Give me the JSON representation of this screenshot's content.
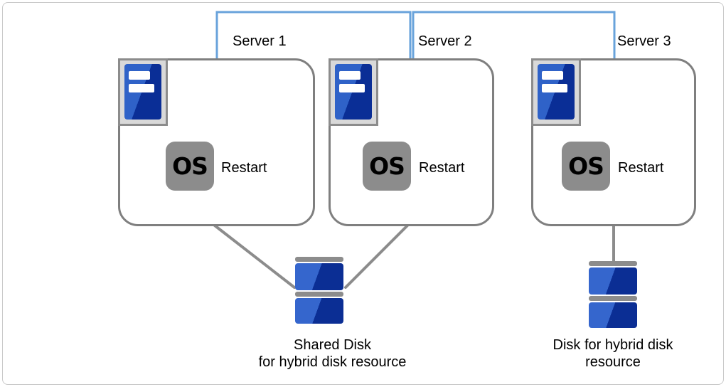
{
  "diagram": {
    "type": "cluster-architecture",
    "description_visible_text_only": true
  },
  "servers": [
    {
      "label": "Server 1",
      "os_badge": "OS",
      "action": "Restart"
    },
    {
      "label": "Server 2",
      "os_badge": "OS",
      "action": "Restart"
    },
    {
      "label": "Server 3",
      "os_badge": "OS",
      "action": "Restart"
    }
  ],
  "disks": [
    {
      "label_line1": "Shared Disk",
      "label_line2": "for hybrid disk resource"
    },
    {
      "label_line1": "Disk for hybrid disk",
      "label_line2": "resource"
    }
  ],
  "icons": {
    "server_tower": "server-tower-icon",
    "os": "os-icon",
    "disk_stack": "disk-stack-icon",
    "network_link": "network-link-line",
    "disk_link": "server-disk-link-line"
  },
  "colors": {
    "network_link_blue": "#69A3DB",
    "box_border_gray": "#7F7F7F",
    "link_gray": "#8C8C8C",
    "icon_container_gray": "#D9D9D9",
    "tower_blue_light": "#2F62C8",
    "tower_blue_dark": "#0A2E96",
    "disk_blue_light": "#3566CD",
    "disk_blue_dark": "#0B2E94",
    "os_badge_gray": "#8C8C8C",
    "text_black": "#000000"
  }
}
